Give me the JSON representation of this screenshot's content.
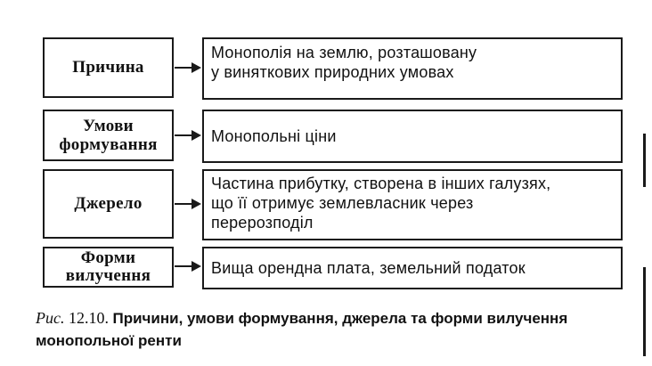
{
  "diagram": {
    "rows": [
      {
        "label_lines": [
          "Причина"
        ],
        "description_lines": [
          "Монополія на землю, розташовану",
          "у виняткових природних умовах"
        ]
      },
      {
        "label_lines": [
          "Умови",
          "формування"
        ],
        "description_lines": [
          "Монопольні ціни"
        ]
      },
      {
        "label_lines": [
          "Джерело"
        ],
        "description_lines": [
          "Частина прибутку, створена в інших галузях,",
          "що її отримує землевласник через",
          "перерозподіл"
        ]
      },
      {
        "label_lines": [
          "Форми",
          "вилучення"
        ],
        "description_lines": [
          "Вища орендна плата, земельний податок"
        ]
      }
    ]
  },
  "caption": {
    "prefix": "Рис.",
    "number": "12.10.",
    "text": "Причини, умови формування, джерела та форми вилучення монопольної ренти"
  }
}
